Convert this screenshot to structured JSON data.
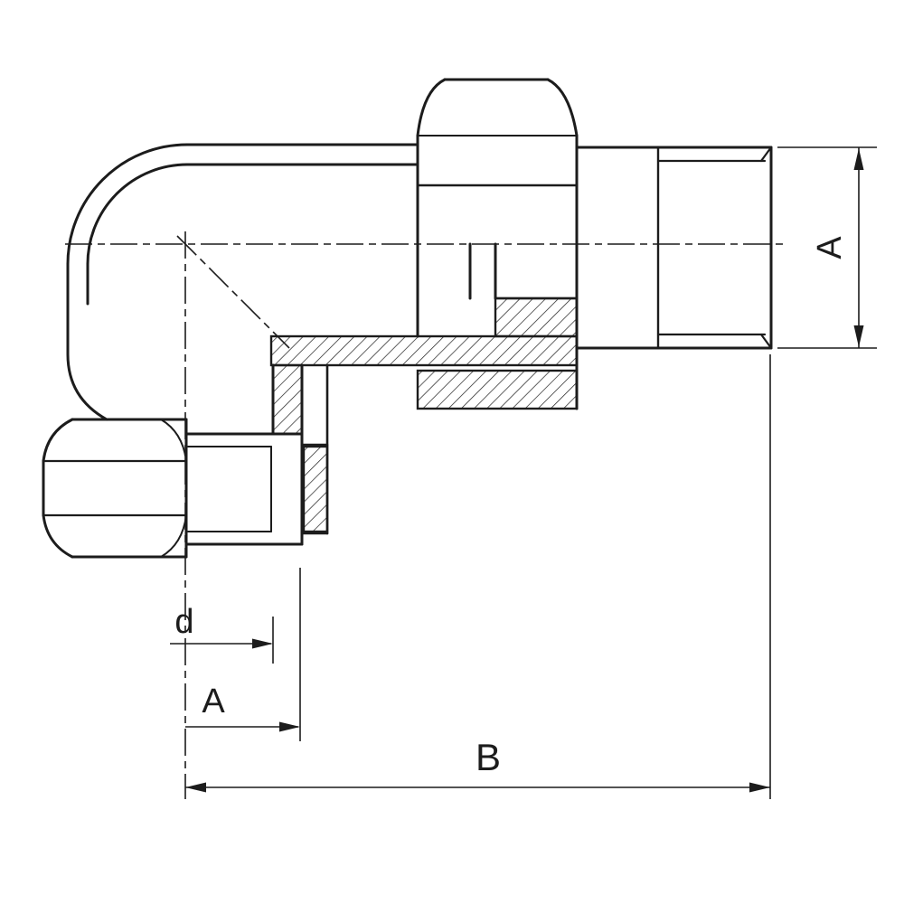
{
  "page": {
    "background": "#ffffff"
  },
  "drawing": {
    "name": "angled-union-pipe-fitting-technical-drawing",
    "line_color": "#1c1c1c",
    "labels": {
      "dim_a_right": "A",
      "dim_d": "d",
      "dim_a_bottom": "A",
      "dim_b": "B"
    }
  }
}
